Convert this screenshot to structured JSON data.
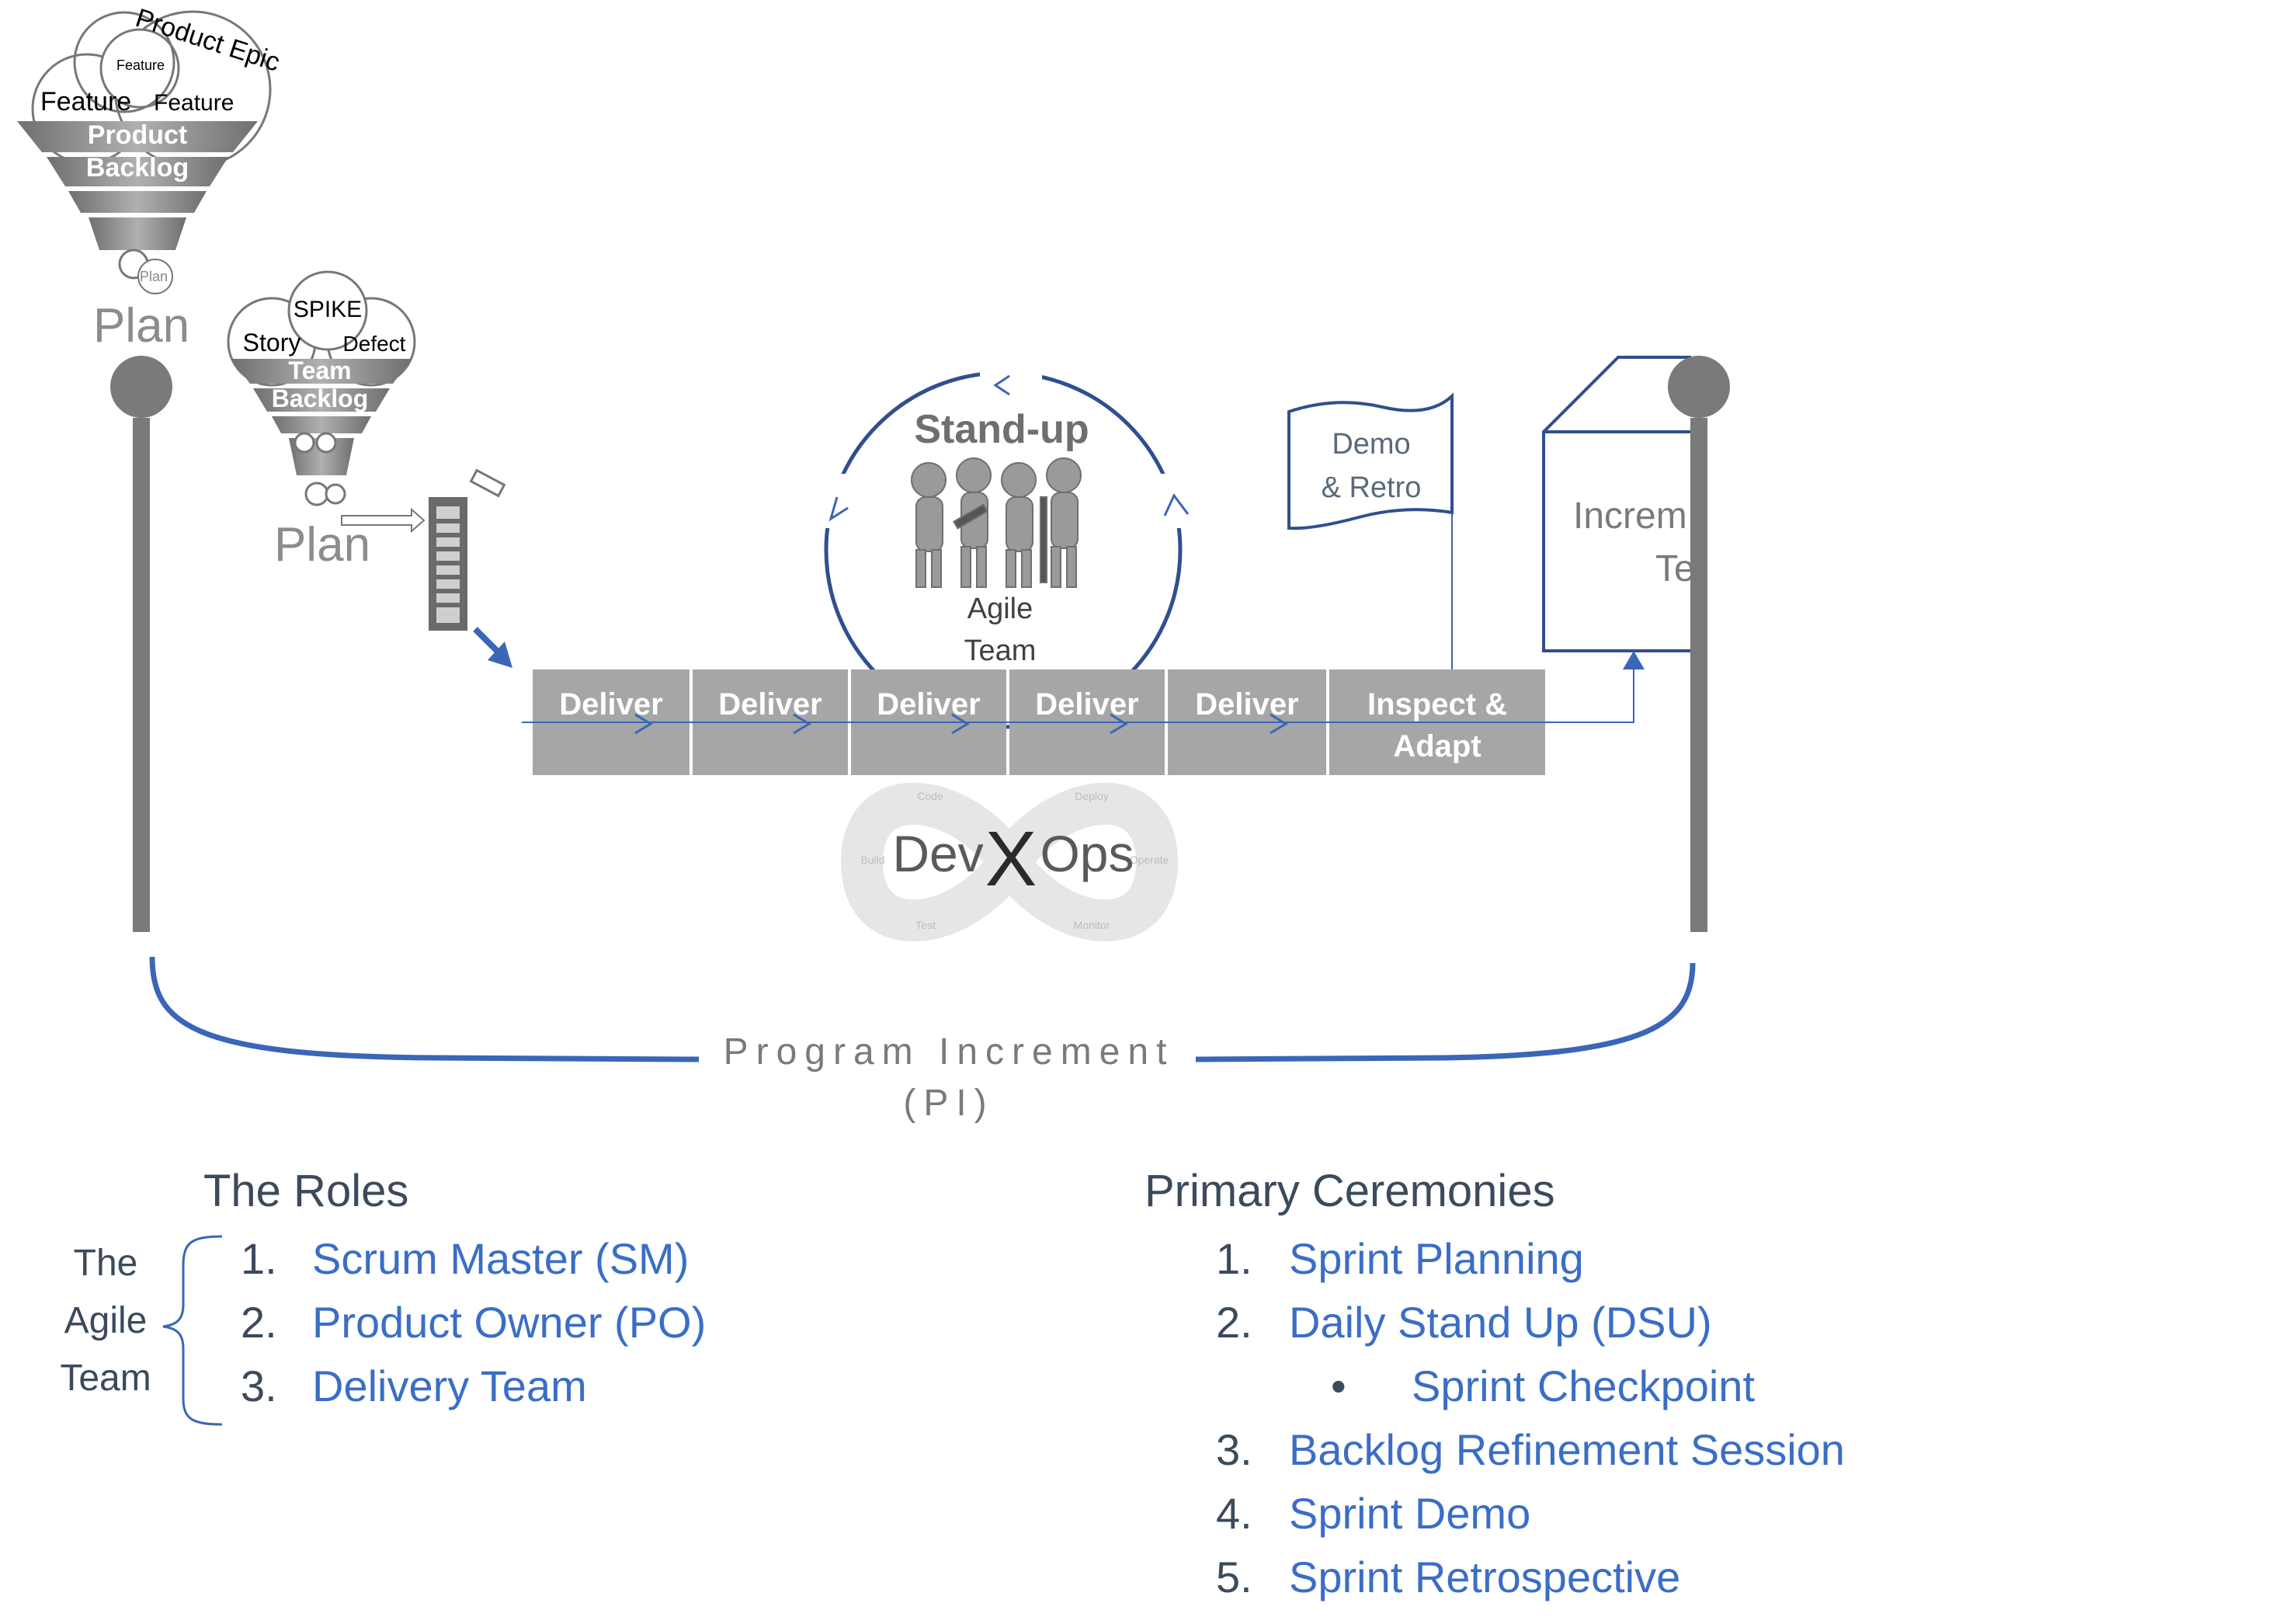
{
  "funnel_product": {
    "circles": [
      "Product Epic",
      "Feature",
      "Feature",
      "Feature"
    ],
    "title_line1": "Product",
    "title_line2": "Backlog",
    "small": "Plan"
  },
  "plan_main": "Plan",
  "funnel_team": {
    "circles": [
      "SPIKE",
      "Story",
      "Defect"
    ],
    "title_line1": "Team",
    "title_line2": "Backlog"
  },
  "plan_team": "Plan",
  "standup": {
    "title": "Stand-up",
    "label_line1": "Agile",
    "label_line2": "Team"
  },
  "demo_flag": {
    "line1": "Demo",
    "line2": "& Retro"
  },
  "increment_box": {
    "line1": "Increm",
    "line2": "Te"
  },
  "sprints": [
    "Deliver",
    "Deliver",
    "Deliver",
    "Deliver",
    "Deliver"
  ],
  "inspect": {
    "line1": "Inspect &",
    "line2": "Adapt"
  },
  "devops": {
    "dev": "Dev",
    "x": "X",
    "ops": "Ops",
    "segments": [
      "Code",
      "Deploy",
      "Build",
      "Operate",
      "Test",
      "Monitor"
    ]
  },
  "program_increment": {
    "line1": "Program Increment",
    "line2": "(PI)"
  },
  "roles": {
    "title": "The Roles",
    "brace_label": [
      "The",
      "Agile",
      "Team"
    ],
    "items": [
      {
        "num": "1.",
        "text": "Scrum Master (SM)"
      },
      {
        "num": "2.",
        "text": "Product Owner (PO)"
      },
      {
        "num": "3.",
        "text": "Delivery Team"
      }
    ]
  },
  "ceremonies": {
    "title": "Primary Ceremonies",
    "items": [
      {
        "num": "1.",
        "text": "Sprint Planning"
      },
      {
        "num": "2.",
        "text": "Daily Stand Up (DSU)"
      },
      {
        "num": "•",
        "text": "Sprint Checkpoint"
      },
      {
        "num": "3.",
        "text": "Backlog Refinement Session"
      },
      {
        "num": "4.",
        "text": "Sprint Demo"
      },
      {
        "num": "5.",
        "text": "Sprint Retrospective"
      }
    ]
  },
  "colors": {
    "blue": "#3a66b8",
    "grey": "#8c8c8c",
    "dark_grey": "#7a7a7a",
    "sprint_grey": "#a6a6a6"
  }
}
